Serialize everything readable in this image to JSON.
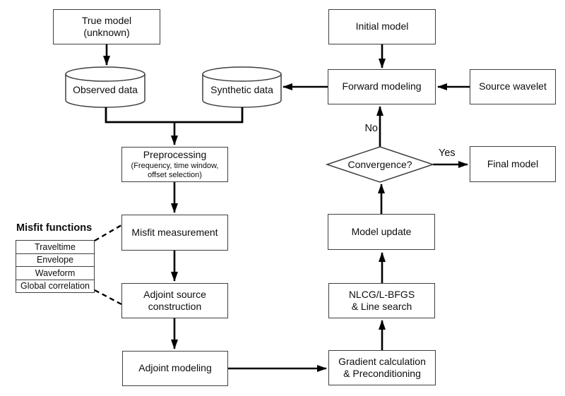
{
  "nodes": {
    "true_model": {
      "line1": "True model",
      "line2": "(unknown)"
    },
    "observed_data": {
      "label": "Observed data"
    },
    "synthetic_data": {
      "label": "Synthetic data"
    },
    "initial_model": {
      "label": "Initial model"
    },
    "forward_modeling": {
      "label": "Forward modeling"
    },
    "source_wavelet": {
      "label": "Source wavelet"
    },
    "preprocessing": {
      "line1": "Preprocessing",
      "line2": "(Frequency, time window,",
      "line3": "offset selection)"
    },
    "misfit_measurement": {
      "label": "Misfit measurement"
    },
    "adjoint_source": {
      "line1": "Adjoint source",
      "line2": "construction"
    },
    "adjoint_modeling": {
      "label": "Adjoint modeling"
    },
    "gradient_calculation": {
      "line1": "Gradient calculation",
      "line2": "& Preconditioning"
    },
    "nlcg": {
      "line1": "NLCG/L-BFGS",
      "line2": "& Line search"
    },
    "model_update": {
      "label": "Model update"
    },
    "convergence": {
      "label": "Convergence?"
    },
    "final_model": {
      "label": "Final model"
    }
  },
  "misfit_functions": {
    "title": "Misfit functions",
    "items": [
      "Traveltime",
      "Envelope",
      "Waveform",
      "Global correlation"
    ]
  },
  "edge_labels": {
    "no": "No",
    "yes": "Yes"
  },
  "colors": {
    "arrow": "#000000",
    "box_border": "#3f3f3f",
    "box_fill": "#ffffff",
    "background": "#ffffff",
    "text": "#0d0d0d"
  }
}
